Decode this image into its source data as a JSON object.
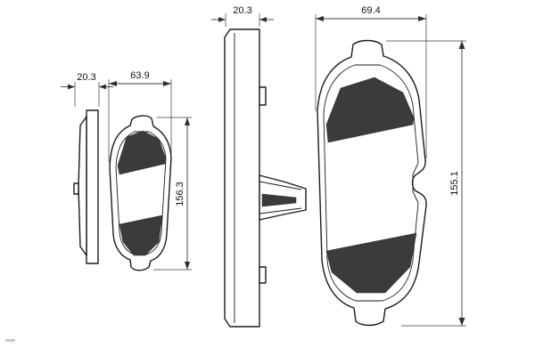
{
  "dimensions": {
    "left_side_width": "20.3",
    "left_pad_width": "63.9",
    "left_pad_height": "156.3",
    "right_side_width": "20.3",
    "right_pad_width": "69.4",
    "right_pad_height": "155.1"
  }
}
